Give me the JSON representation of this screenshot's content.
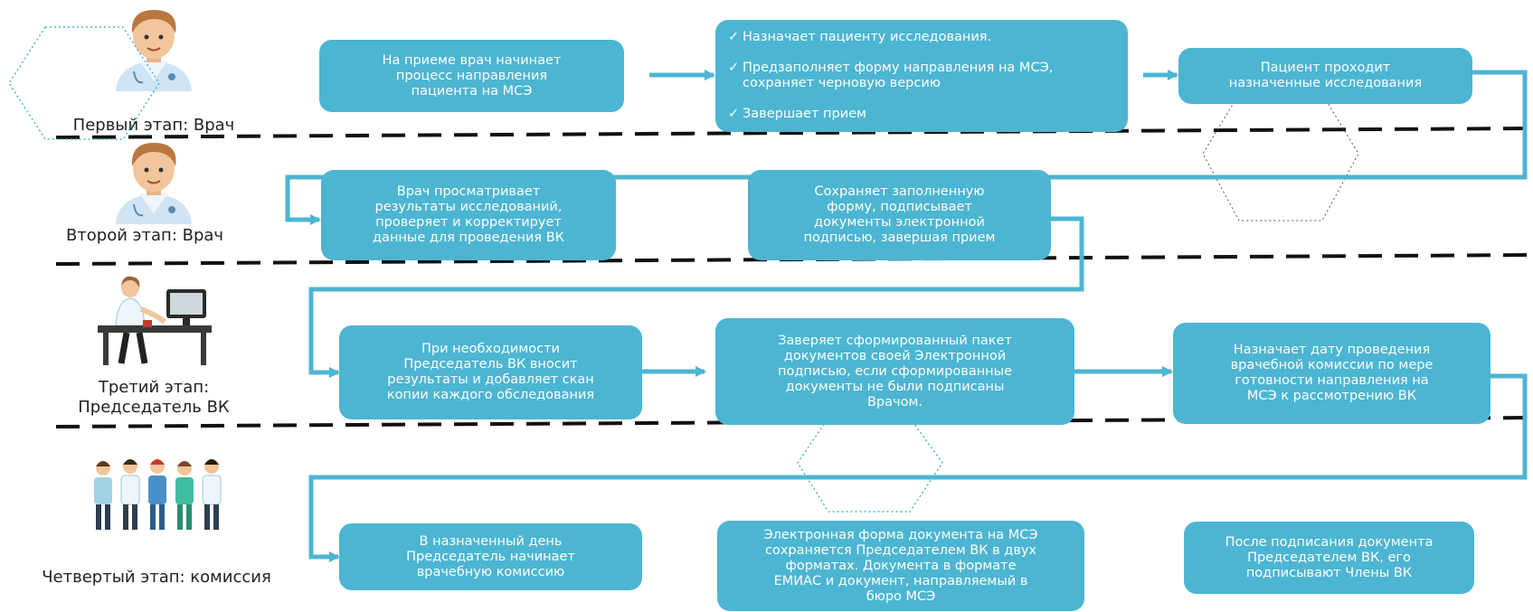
{
  "colors": {
    "box": "#4cb5d2",
    "connector": "#4cb5d2",
    "divider": "#111111",
    "text": "#ffffff"
  },
  "stages": [
    {
      "label": "Первый этап: Врач",
      "icon": "doctor-avatar-icon"
    },
    {
      "label": "Второй этап: Врач",
      "icon": "doctor-avatar-icon"
    },
    {
      "label": "Третий этап:\nПредседатель ВК",
      "icon": "doctor-at-desk-icon"
    },
    {
      "label": "Четвертый этап: комиссия",
      "icon": "medical-team-icon"
    }
  ],
  "boxes": {
    "s1_start": "На приеме врач начинает\nпроцесс направления\nпациента на МСЭ",
    "s1_actions": [
      "Назначает пациенту исследования.",
      "Предзаполняет форму направления на МСЭ, сохраняет черновую версию",
      "Завершает прием"
    ],
    "s1_patient": "Пациент проходит\nназначенные исследования",
    "s2_review": "Врач просматривает\nрезультаты исследований,\nпроверяет и корректирует\nданные для проведения ВК",
    "s2_sign": "Сохраняет заполненную\nформу, подписывает\nдокументы электронной\nподписью, завершая прием",
    "s3_scan": "При необходимости\nПредседатель ВК вносит\nрезультаты и добавляет скан\nкопии каждого обследования",
    "s3_certify": "Заверяет сформированный пакет\nдокументов своей Электронной\nподписью, если сформированные\nдокументы не были подписаны\nВрачом.",
    "s3_date": "Назначает дату проведения\nврачебной комиссии по мере\nготовности направления на\nМСЭ к рассмотрению ВК",
    "s4_start": "В назначенный день\nПредседатель начинает\nврачебную комиссию",
    "s4_formats": "Электронная форма документа на МСЭ\nсохраняется Председателем ВК в двух\nформатах. Документа в формате\nЕМИАС и документ, направляемый в\nбюро МСЭ",
    "s4_members": "После подписания документа\nПредседателем ВК, его\nподписывают Члены ВК"
  }
}
